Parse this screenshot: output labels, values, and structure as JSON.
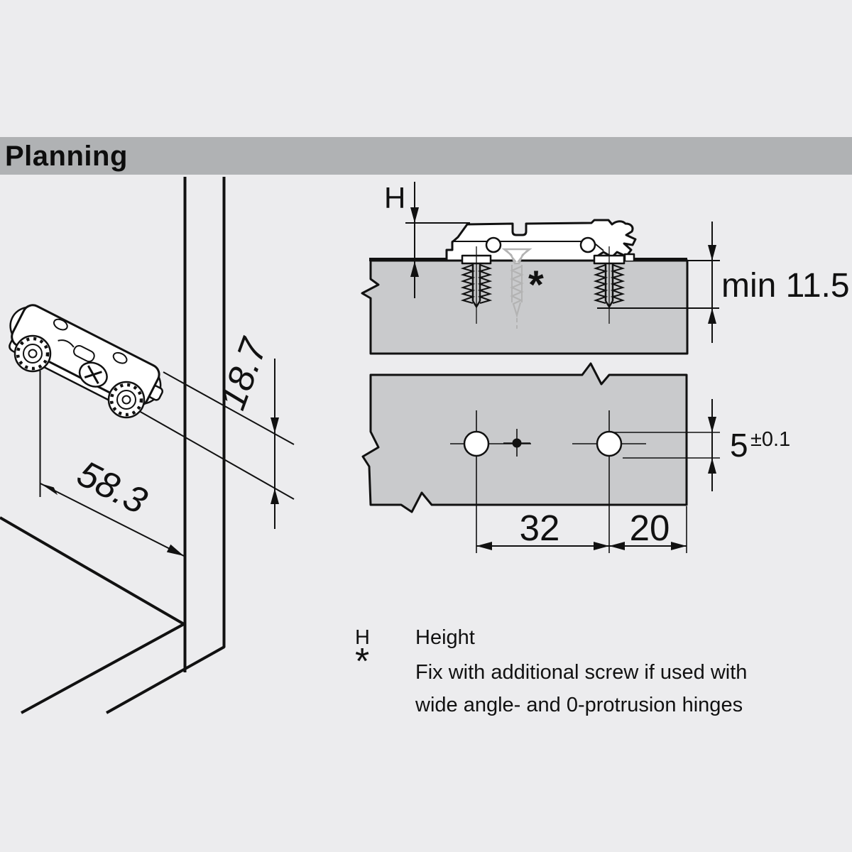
{
  "header": {
    "title": "Planning"
  },
  "colors": {
    "background": "#ececee",
    "header_bar": "#b0b2b4",
    "panel_fill": "#c9cacc",
    "line": "#111111",
    "optional_part_gray": "#b3b3b3"
  },
  "dimensions": {
    "plate_height_label": "H",
    "mount_width": "58.3",
    "axis_offset": "18.7",
    "min_depth": "min 11.5",
    "hole_depth_value": "5",
    "hole_depth_tolerance": "±0.1",
    "hole_spacing": "32",
    "edge_distance": "20",
    "optional_screw_marker": "*"
  },
  "legend": {
    "rows": [
      {
        "symbol": "H",
        "lines": [
          "Height"
        ]
      },
      {
        "symbol": "*",
        "lines": [
          "Fix with additional screw if used with",
          "wide angle- and 0-protrusion hinges"
        ]
      }
    ]
  }
}
